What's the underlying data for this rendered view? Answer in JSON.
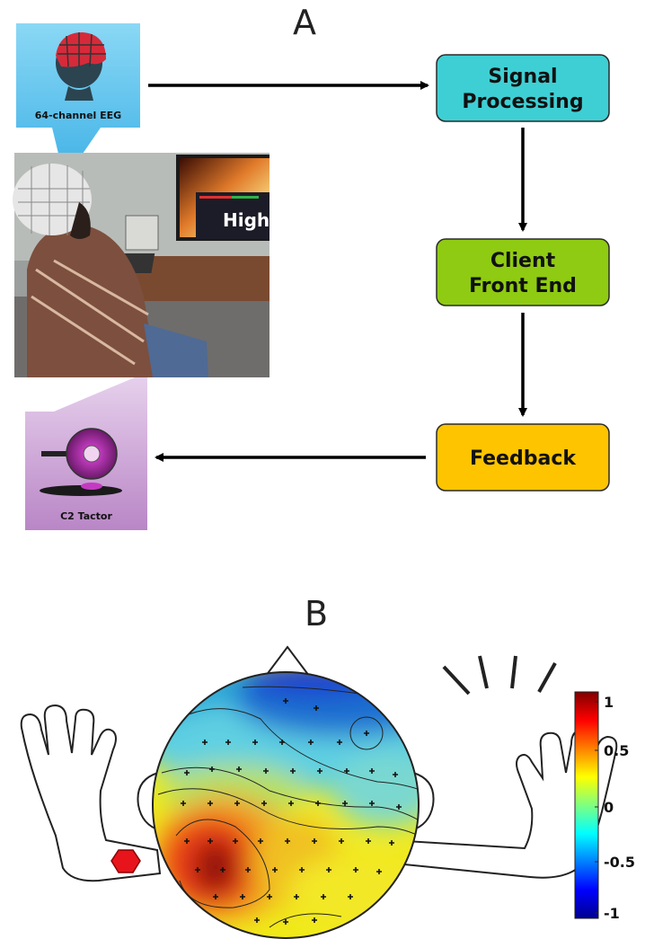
{
  "panel_a": {
    "letter": "A",
    "eeg_label": "64-channel EEG",
    "tactor_label": "C2 Tactor",
    "screen_text": "High",
    "boxes": {
      "signal_processing": [
        "Signal",
        "Processing"
      ],
      "client_front_end": [
        "Client",
        "Front End"
      ],
      "feedback": [
        "Feedback"
      ]
    },
    "colors": {
      "signal_processing": "#3ecfd4",
      "client_front_end": "#8fcb12",
      "feedback": "#ffc400",
      "eeg_bg": "#5ec2ec",
      "tactor_bg": "#c59ad0"
    }
  },
  "panel_b": {
    "letter": "B",
    "colorbar": {
      "ticks": [
        "1",
        "0.5",
        "0",
        "-0.5",
        "-1"
      ],
      "range": [
        -1,
        1
      ],
      "colormap": "jet"
    }
  }
}
